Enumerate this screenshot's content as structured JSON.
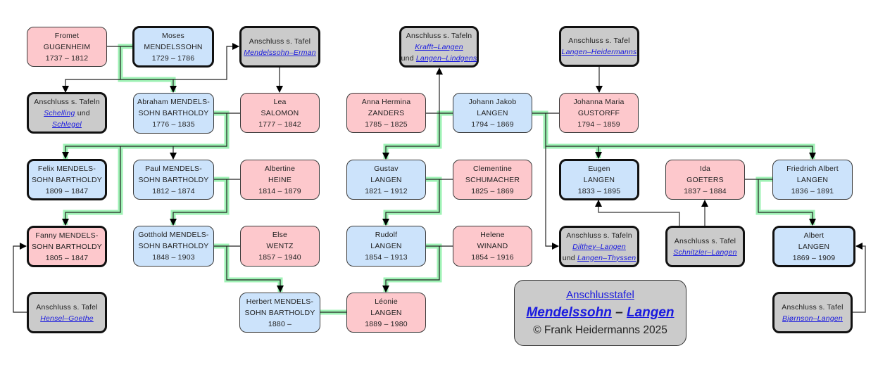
{
  "colors": {
    "male": "#cce3fb",
    "female": "#fdc8cc",
    "reference": "#cbcbcb",
    "lineage_highlight": "#7fe39a",
    "link": "#1a1adf"
  },
  "people": {
    "fromet": {
      "first": "Fromet",
      "last": "GUGENHEIM",
      "dates": "1737 – 1812"
    },
    "moses": {
      "first": "Moses",
      "last": "MENDELSSOHN",
      "dates": "1729 – 1786"
    },
    "abraham": {
      "first": "Abraham MENDELS-",
      "last": "SOHN BARTHOLDY",
      "dates": "1776 – 1835"
    },
    "lea": {
      "first": "Lea",
      "last": "SALOMON",
      "dates": "1777 – 1842"
    },
    "felix": {
      "first": "Felix MENDELS-",
      "last": "SOHN BARTHOLDY",
      "dates": "1809 – 1847"
    },
    "paul": {
      "first": "Paul MENDELS-",
      "last": "SOHN BARTHOLDY",
      "dates": "1812 – 1874"
    },
    "albertine": {
      "first": "Albertine",
      "last": "HEINE",
      "dates": "1814 – 1879"
    },
    "fanny": {
      "first": "Fanny MENDELS-",
      "last": "SOHN BARTHOLDY",
      "dates": "1805 – 1847"
    },
    "gotthold": {
      "first": "Gotthold MENDELS-",
      "last": "SOHN BARTHOLDY",
      "dates": "1848 – 1903"
    },
    "else": {
      "first": "Else",
      "last": "WENTZ",
      "dates": "1857 – 1940"
    },
    "herbert": {
      "first": "Herbert MENDELS-",
      "last": "SOHN BARTHOLDY",
      "dates": "1880 –"
    },
    "leonie": {
      "first": "Léonie",
      "last": "LANGEN",
      "dates": "1889 – 1980"
    },
    "anna": {
      "first": "Anna Hermina",
      "last": "ZANDERS",
      "dates": "1785 – 1825"
    },
    "johann": {
      "first": "Johann Jakob",
      "last": "LANGEN",
      "dates": "1794 – 1869"
    },
    "johanna": {
      "first": "Johanna Maria",
      "last": "GUSTORFF",
      "dates": "1794 – 1859"
    },
    "gustav": {
      "first": "Gustav",
      "last": "LANGEN",
      "dates": "1821 – 1912"
    },
    "clementine": {
      "first": "Clementine",
      "last": "SCHUMACHER",
      "dates": "1825 – 1869"
    },
    "rudolf": {
      "first": "Rudolf",
      "last": "LANGEN",
      "dates": "1854 – 1913"
    },
    "helene": {
      "first": "Helene",
      "last": "WINAND",
      "dates": "1854 – 1916"
    },
    "eugen": {
      "first": "Eugen",
      "last": "LANGEN",
      "dates": "1833 – 1895"
    },
    "ida": {
      "first": "Ida",
      "last": "GOETERS",
      "dates": "1837 – 1884"
    },
    "friedrich": {
      "first": "Friedrich Albert",
      "last": "LANGEN",
      "dates": "1836 – 1891"
    },
    "albert": {
      "first": "Albert",
      "last": "LANGEN",
      "dates": "1869 – 1909"
    }
  },
  "refs": {
    "erman": {
      "label": "Anschluss s. Tafel",
      "link1": "Mendelssohn–Erman"
    },
    "schelling": {
      "label": "Anschluss s. Tafeln",
      "link1": "Schelling",
      "und": "und",
      "link2": "Schlegel"
    },
    "hensel": {
      "label": "Anschluss s. Tafel",
      "link1": "Hensel–Goethe"
    },
    "krafft": {
      "label": "Anschluss s. Tafeln",
      "link1": "Krafft–Langen",
      "und": "und",
      "link2": "Langen–Lindgens"
    },
    "heidermanns": {
      "label": "Anschluss s. Tafel",
      "link1": "Langen–Heidermanns"
    },
    "dilthey": {
      "label": "Anschluss s. Tafeln",
      "link1": "Dilthey–Langen",
      "und": "und",
      "link2": "Langen–Thyssen"
    },
    "schnitzler": {
      "label": "Anschluss s. Tafel",
      "link1": "Schnitzler–Langen"
    },
    "bjornson": {
      "label": "Anschluss s. Tafel",
      "link1": "Bjørnson–Langen"
    }
  },
  "title": {
    "heading": "Anschlusstafel",
    "name1": "Mendelssohn",
    "dash": "–",
    "name2": "Langen",
    "copyright": "© Frank Heidermanns 2025"
  }
}
